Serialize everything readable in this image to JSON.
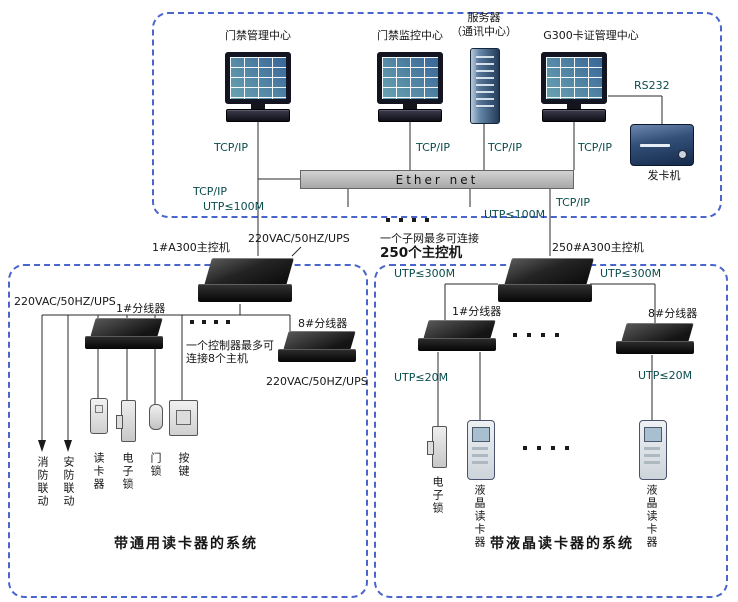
{
  "colors": {
    "dash": "#4a66cc",
    "tech": "#0b4d4d",
    "ink": "#161616",
    "bar": "#b8b8b8"
  },
  "top": {
    "station1": "门禁管理中心",
    "station2": "门禁监控中心",
    "server_line1": "服务器",
    "server_line2": "（通讯中心）",
    "station3": "G300卡证管理中心",
    "rs232": "RS232",
    "card_issuer": "发卡机",
    "ethernet": "Ether net",
    "tcpip": "TCP/IP",
    "utp100": "UTP≤100M"
  },
  "mid": {
    "ctrl1": "1#A300主控机",
    "ups": "220VAC/50HZ/UPS",
    "note1": "一个子网最多可连接",
    "note2": "250个主控机",
    "ctrl250": "250#A300主控机"
  },
  "left": {
    "ups": "220VAC/50HZ/UPS",
    "splitter1": "1#分线器",
    "splitter8": "8#分线器",
    "note1": "一个控制器最多可",
    "note2": "连接8个主机",
    "ups2": "220VAC/50HZ/UPS",
    "dev_fire": "消防联动",
    "dev_security": "安防联动",
    "dev_reader": "读卡器",
    "dev_elock": "电子锁",
    "dev_doorlock": "门锁",
    "dev_button": "按键",
    "title": "带通用读卡器的系统"
  },
  "right": {
    "utp300": "UTP≤300M",
    "splitter1": "1#分线器",
    "splitter8": "8#分线器",
    "utp20": "UTP≤20M",
    "dev_elock": "电子锁",
    "dev_lcd": "液晶读卡器",
    "title": "带液晶读卡器的系统"
  }
}
